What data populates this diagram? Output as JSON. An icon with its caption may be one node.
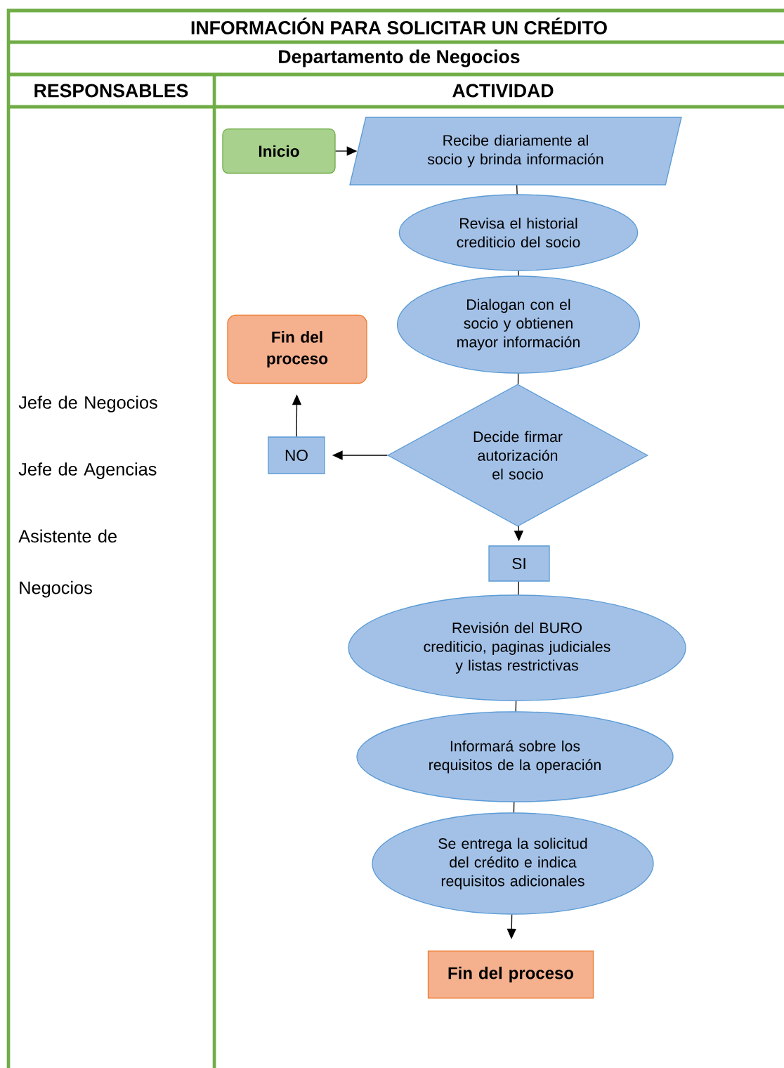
{
  "diagram": {
    "title": "INFORMACIÓN PARA SOLICITAR UN CRÉDITO",
    "nodes": [
      {
        "text": [
          "Inicio"
        ]
      },
      {
        "text": [
          "Recibe diariamente al socio y brinda información"
        ]
      },
      {
        "text": [
          "Revisa el historial crediticio del socio"
        ]
      },
      {
        "text": [
          "Dialogan con el socio y obtienen mayor información"
        ]
      },
      {
        "text": [
          "Fin del proceso"
        ]
      },
      {
        "text": [
          "Decide firmar autorización el socio"
        ]
      },
      {
        "text": [
          "NO"
        ]
      },
      {
        "text": [
          "SI"
        ]
      },
      {
        "text": [
          "Revisión del BURO crediticio, paginas judiciales y listas restrictivas"
        ]
      },
      {
        "text": [
          "Informará sobre los requisitos de la operación"
        ]
      },
      {
        "text": [
          "Se entrega la solicitud del crédito e indica requisitos adicionales"
        ]
      },
      {
        "text": [
          "Fin del proceso"
        ]
      }
    ],
    "edges": [
      {
        "from": 0,
        "to": 1,
        "arrow": "to"
      },
      {
        "from": 1,
        "to": 2,
        "arrow": "none"
      },
      {
        "from": 2,
        "to": 3,
        "arrow": "none"
      },
      {
        "from": 3,
        "to": 5,
        "arrow": "none"
      },
      {
        "from": 5,
        "to": 6,
        "arrow": "to"
      },
      {
        "from": 6,
        "to": 4,
        "arrow": "to"
      },
      {
        "from": 5,
        "to": 7,
        "arrow": "to"
      },
      {
        "from": 7,
        "to": 8,
        "arrow": "none"
      },
      {
        "from": 8,
        "to": 9,
        "arrow": "none"
      },
      {
        "from": 9,
        "to": 10,
        "arrow": "none"
      },
      {
        "from": 10,
        "to": 11,
        "arrow": "to"
      }
    ],
    "labels": [
      "Departamento de Negocios",
      "RESPONSABLES",
      "ACTIVIDAD",
      "Jefe de Negocios",
      "Jefe de Agencias",
      "Asistente de Negocios"
    ]
  }
}
